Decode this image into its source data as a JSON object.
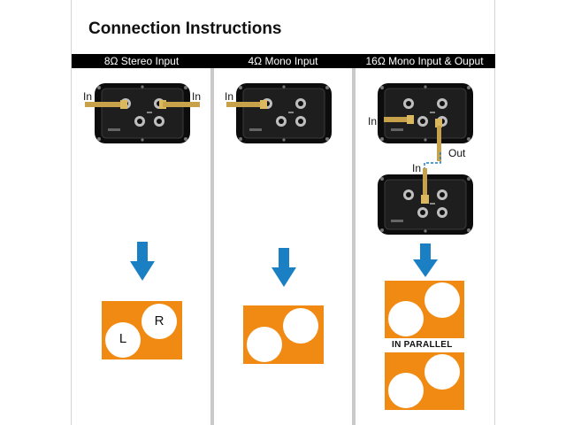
{
  "title": "Connection Instructions",
  "columns": [
    {
      "heading": "8Ω Stereo Input",
      "labels": {
        "in_left": "In",
        "in_right": "In"
      },
      "speakers": [
        "L",
        "R"
      ]
    },
    {
      "heading": "4Ω Mono Input",
      "labels": {
        "in_left": "In"
      }
    },
    {
      "heading": "16Ω Mono Input & Ouput",
      "labels": {
        "in_left": "In",
        "out": "Out",
        "in_lower": "In"
      },
      "parallel_label": "IN PARALLEL"
    }
  ],
  "colors": {
    "header": "#000000",
    "arrow": "#1b7fc4",
    "panel": "#f08a12",
    "cable": "#c8a24a"
  }
}
